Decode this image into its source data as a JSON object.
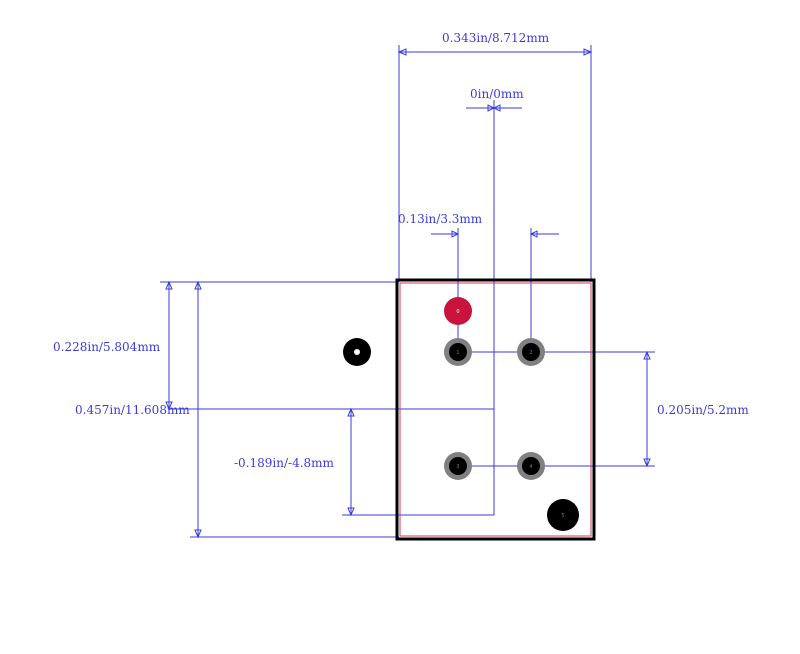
{
  "colors": {
    "dimension": "#3b3bdc",
    "outline": "#000000",
    "inner_outline": "#d43a5a",
    "pad_ring": "#808080",
    "pad_hole": "#000000",
    "pin1_marker": "#c8143c",
    "background": "#ffffff"
  },
  "dimensions": {
    "overall_width": "0.343in/8.712mm",
    "origin_offset": "0in/0mm",
    "pitch_x": "0.13in/3.3mm",
    "pin_offset_y": "0.228in/5.804mm",
    "overall_height": "0.457in/11.608mm",
    "origin_to_row2": "-0.189in/-4.8mm",
    "pitch_y": "0.205in/5.2mm"
  },
  "pads": {
    "pin1_marker_label": "0",
    "pad_labels": [
      "1",
      "2",
      "3",
      "4"
    ],
    "mounting_hole_label": "5"
  }
}
